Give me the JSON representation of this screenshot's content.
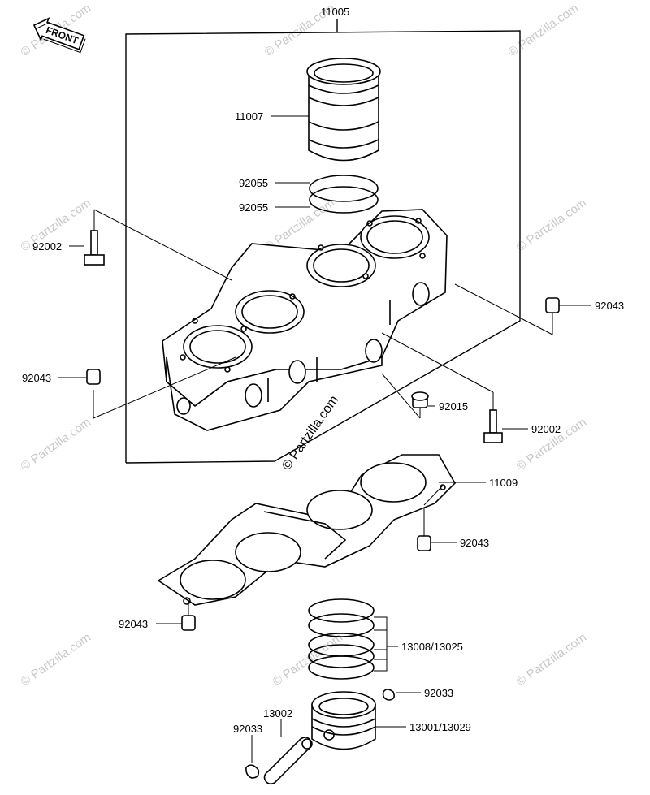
{
  "front_label": "FRONT",
  "watermark": "© Partzilla.com",
  "labels": {
    "l11005": "11005",
    "l11007": "11007",
    "l92055a": "92055",
    "l92055b": "92055",
    "l92002a": "92002",
    "l92043a": "92043",
    "l92043b": "92043",
    "l92015": "92015",
    "l92002b": "92002",
    "l11009": "11009",
    "l92043c": "92043",
    "l92043d": "92043",
    "l13008": "13008/13025",
    "l92033a": "92033",
    "l13002": "13002",
    "l13001": "13001/13029",
    "l92033b": "92033"
  }
}
